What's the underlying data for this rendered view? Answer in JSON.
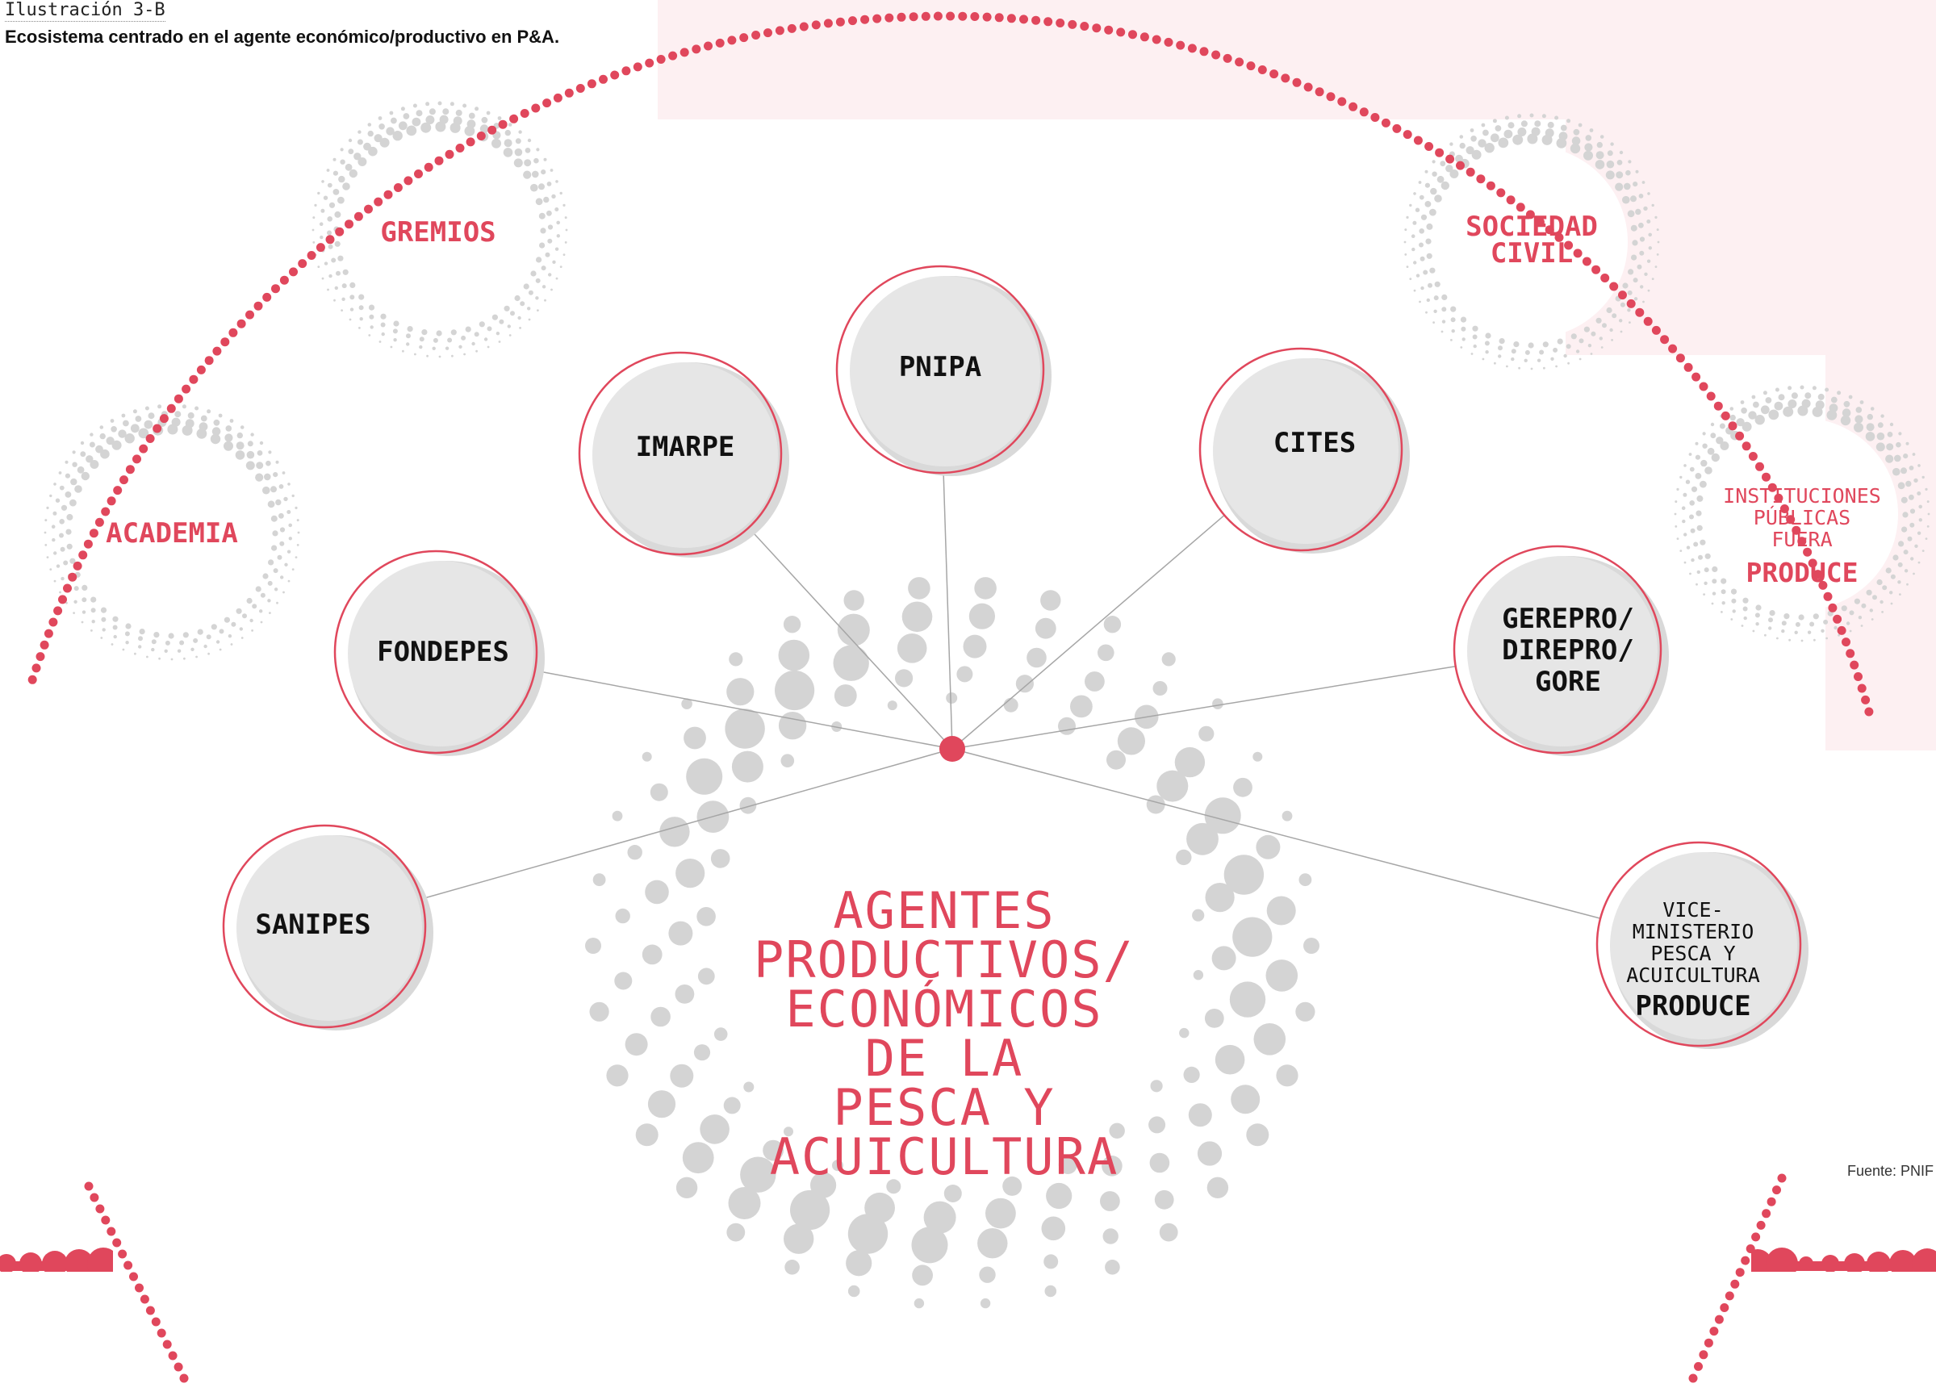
{
  "caption": "Ilustración 3-B",
  "title": "Ecosistema centrado en el agente económico/productivo en P&A.",
  "source": "Fuente: PNIF",
  "colors": {
    "accent": "#e0475c",
    "bubble_fill": "#e6e6e6",
    "bubble_shadow": "#d9d9d9",
    "dot_gray": "#d4d4d4",
    "pink_panel": "#fdf0f2",
    "connector": "#a6a6a6"
  },
  "center": {
    "lines": [
      "AGENTES",
      "PRODUCTIVOS/",
      "ECONÓMICOS",
      "DE LA",
      "PESCA Y",
      "ACUICULTURA"
    ]
  },
  "inner_nodes": {
    "pnipa": "PNIPA",
    "imarpe": "IMARPE",
    "cites": "CITES",
    "fondepes": "FONDEPES",
    "gerepro": [
      "GEREPRO/",
      "DIREPRO/",
      "GORE"
    ],
    "sanipes": "SANIPES",
    "vice": {
      "lines": [
        "VICE-",
        "MINISTERIO",
        "PESCA Y",
        "ACUICULTURA"
      ],
      "strong": "PRODUCE"
    }
  },
  "outer_nodes": {
    "gremios": "GREMIOS",
    "academia": "ACADEMIA",
    "sociedad_civil": [
      "SOCIEDAD",
      "CIVIL"
    ],
    "instituciones": {
      "lines": [
        "INSTITUCIONES",
        "PÚBLICAS",
        "FUERA"
      ],
      "strong": "PRODUCE"
    }
  }
}
